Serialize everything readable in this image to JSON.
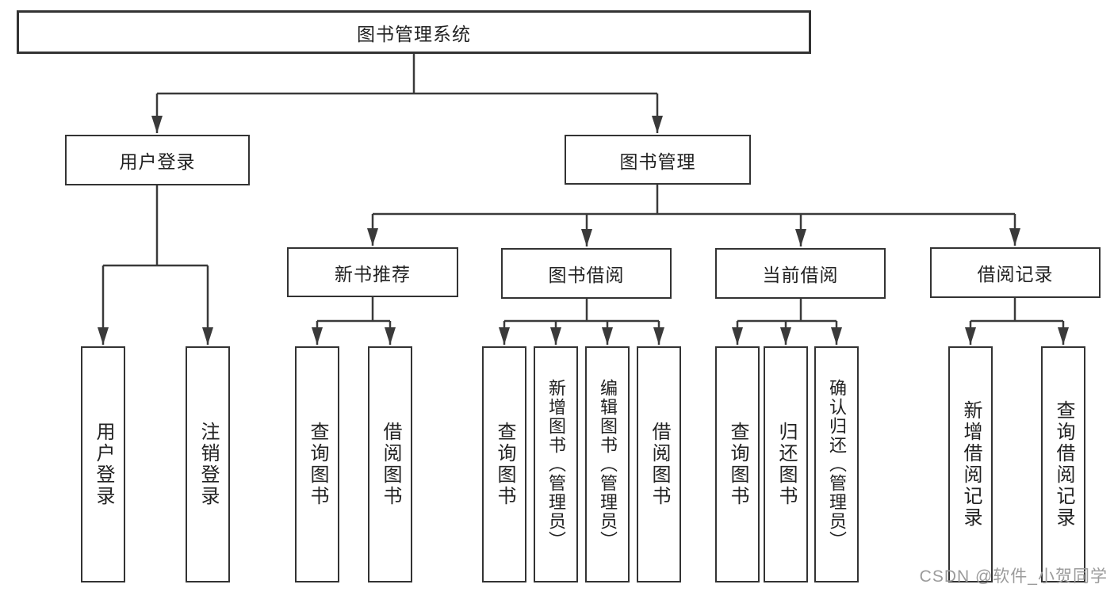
{
  "diagram": {
    "title": "图书管理系统",
    "nodes": {
      "root": "图书管理系统",
      "user_login": "用户登录",
      "book_mgmt": "图书管理",
      "new_book_rec": "新书推荐",
      "book_borrow": "图书借阅",
      "current_borrow": "当前借阅",
      "borrow_records": "借阅记录",
      "ul_user_login": "用户登录",
      "ul_logout": "注销登录",
      "nb_query_book": "查询图书",
      "nb_borrow_book": "借阅图书",
      "bb_query_book": "查询图书",
      "bb_add_book": "新增图书（管理员）",
      "bb_edit_book": "编辑图书（管理员）",
      "bb_borrow_book": "借阅图书",
      "cb_query_book": "查询图书",
      "cb_return_book": "归还图书",
      "cb_confirm_return": "确认归还（管理员）",
      "br_add_record": "新增借阅记录",
      "br_query_record": "查询借阅记录"
    },
    "hierarchy": {
      "图书管理系统": {
        "用户登录": [
          "用户登录",
          "注销登录"
        ],
        "图书管理": {
          "新书推荐": [
            "查询图书",
            "借阅图书"
          ],
          "图书借阅": [
            "查询图书",
            "新增图书（管理员）",
            "编辑图书（管理员）",
            "借阅图书"
          ],
          "当前借阅": [
            "查询图书",
            "归还图书",
            "确认归还（管理员）"
          ],
          "借阅记录": [
            "新增借阅记录",
            "查询借阅记录"
          ]
        }
      }
    },
    "colors": {
      "line": "#3a3a3a",
      "box_border": "#333333",
      "box_fill": "#ffffff",
      "text": "#222222",
      "watermark": "#9b9b9b"
    }
  },
  "watermark": {
    "text": "CSDN @软件_小贺同学"
  }
}
